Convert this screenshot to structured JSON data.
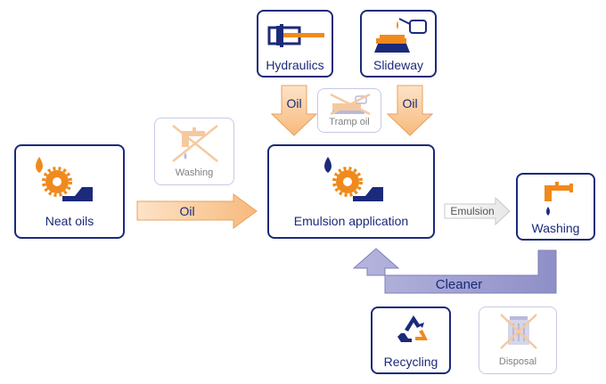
{
  "nodes": {
    "hydraulics": "Hydraulics",
    "slideway": "Slideway",
    "tramp_oil": "Tramp oil",
    "washing_faded": "Washing",
    "neat_oils": "Neat oils",
    "emulsion_application": "Emulsion application",
    "washing": "Washing",
    "recycling": "Recycling",
    "disposal": "Disposal"
  },
  "arrows": {
    "oil_left": "Oil",
    "oil_right": "Oil",
    "oil_main": "Oil",
    "emulsion": "Emulsion",
    "cleaner": "Cleaner"
  },
  "colors": {
    "navy": "#1b2a7a",
    "orange": "#f08a1c",
    "arrow_fill": "#f9c99a",
    "cleaner_fill": "#9c9ccf",
    "faded_border": "#c9c8e6"
  },
  "icons": [
    "hydraulic-cylinder-icon",
    "oil-can-icon",
    "faucet-icon",
    "gear-drop-icon",
    "recycle-icon",
    "trash-bin-icon"
  ]
}
